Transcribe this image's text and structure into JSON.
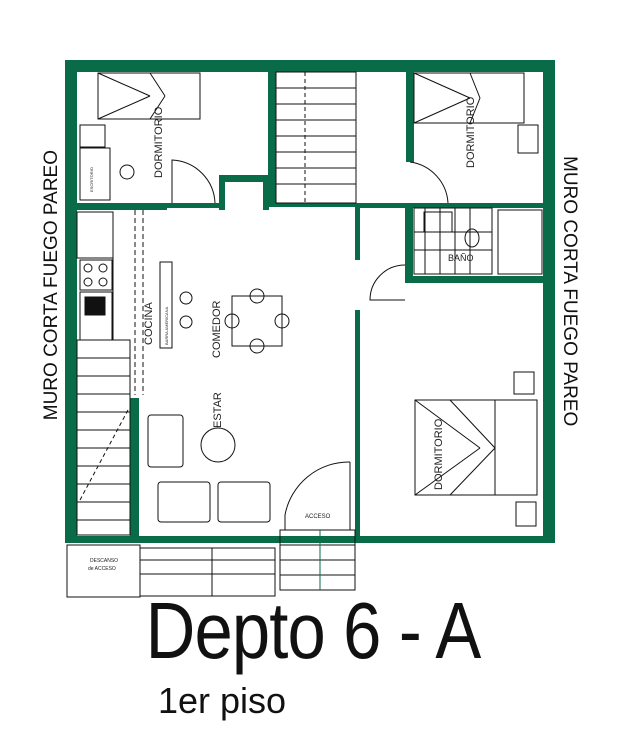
{
  "plan": {
    "title": "Depto 6 - A",
    "subtitle": "1er piso",
    "side_note": "MURO CORTA FUEGO PAREO",
    "wall_color": "#0a6b48",
    "rooms": {
      "dormitorio_1": "DORMITORIO",
      "dormitorio_2": "DORMITORIO",
      "dormitorio_3": "DORMITORIO",
      "bano": "BAÑO",
      "cocina": "COCINA",
      "comedor": "COMEDOR",
      "estar": "ESTAR",
      "acceso": "ACCESO",
      "escritorio": "ESCRITORIO",
      "barra": "BARRA AMERICANA",
      "descanso_1": "DESCANSO",
      "descanso_2": "de ACCESO"
    }
  }
}
